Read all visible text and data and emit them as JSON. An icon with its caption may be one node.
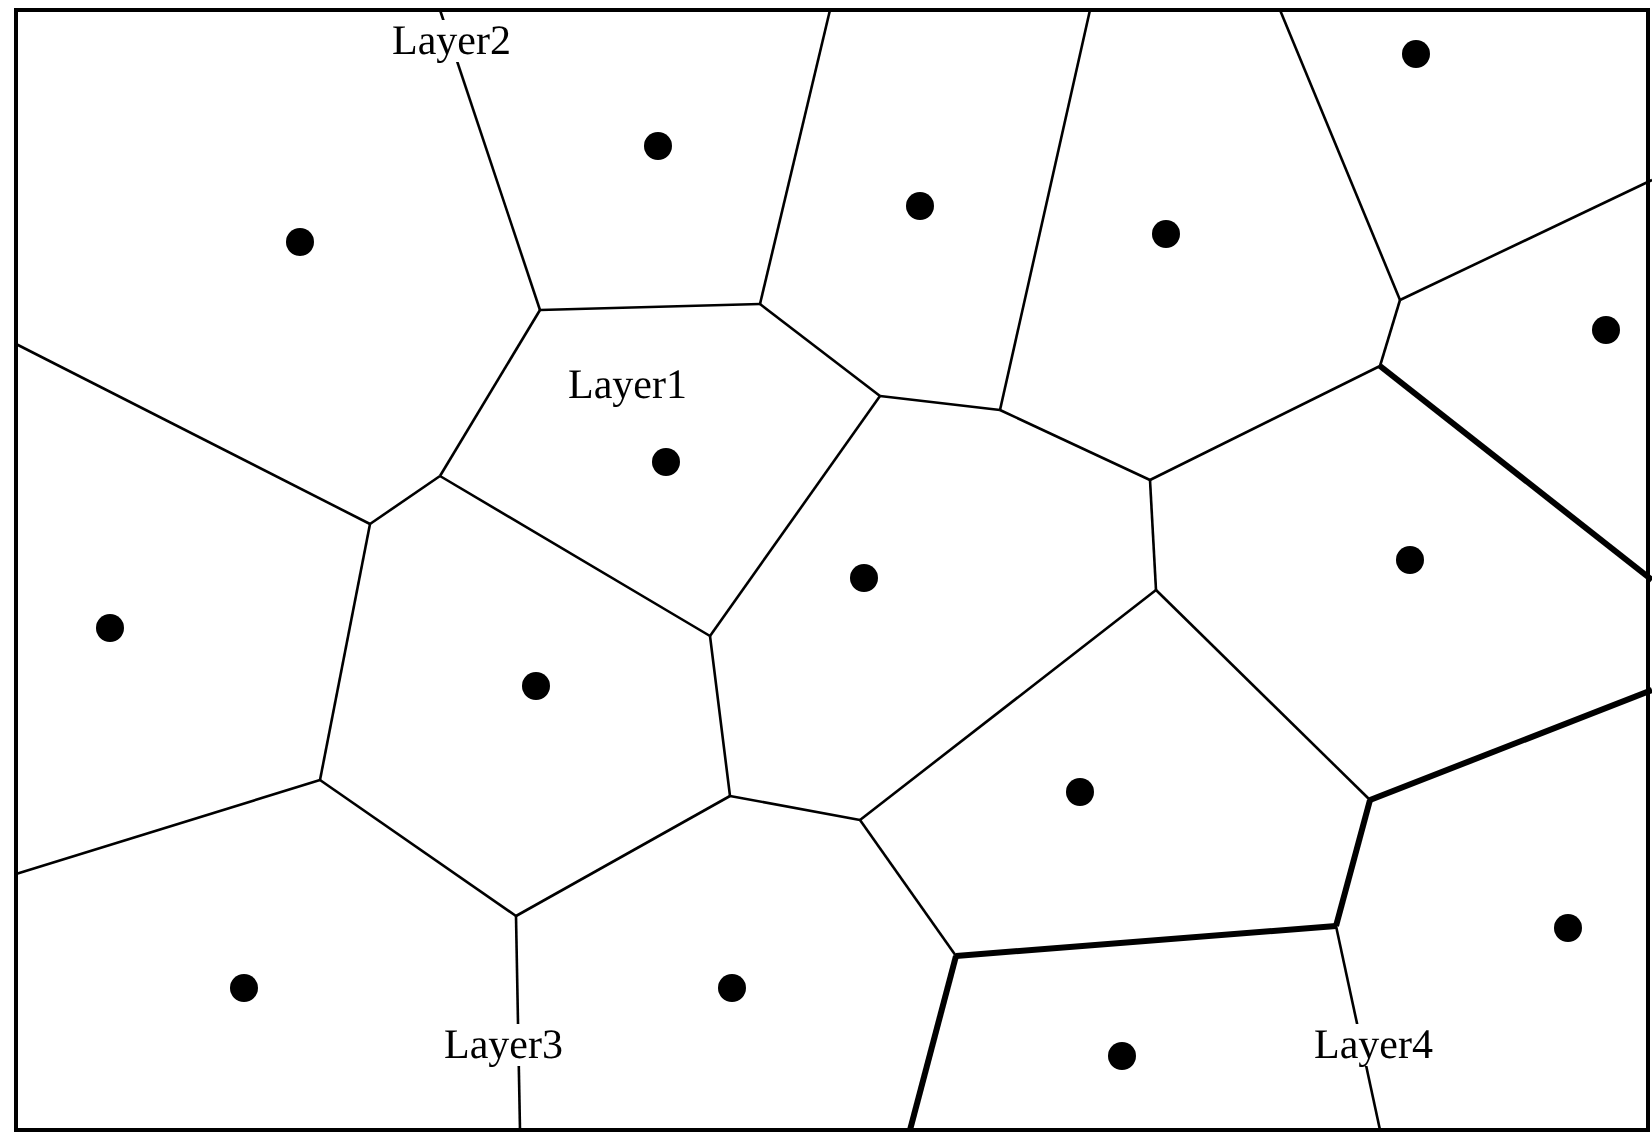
{
  "diagram": {
    "labels": [
      "Layer2",
      "Layer1",
      "Layer3",
      "Layer4"
    ]
  }
}
